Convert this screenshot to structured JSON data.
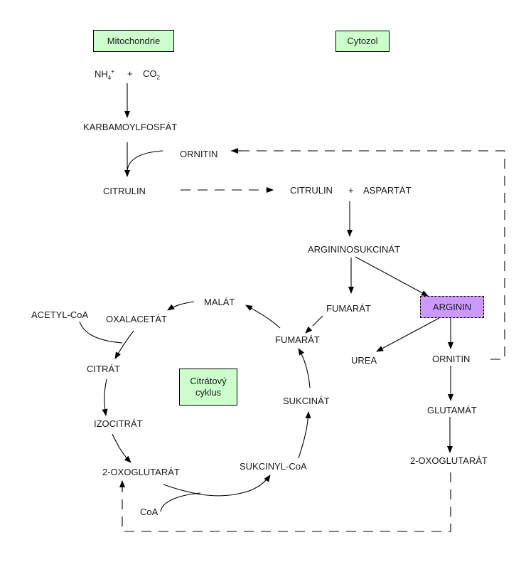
{
  "regions": {
    "mitochondrie": "Mitochondrie",
    "cytozol": "Cytozol",
    "citratovy_cyklus_line1": "Citrátový",
    "citratovy_cyklus_line2": "cyklus"
  },
  "reactants": {
    "nh4": "NH",
    "nh4_sub": "4",
    "nh4_sup": "+",
    "plus": "+",
    "co2": "CO",
    "co2_sub": "2"
  },
  "urea_cycle": {
    "karbamoylfosfat": "KARBAMOYLFOSFÁT",
    "ornitin_mito": "ORNITIN",
    "citrulin_mito": "CITRULIN",
    "citrulin_cyto": "CITRULIN",
    "plus": "+",
    "aspartat": "ASPARTÁT",
    "argininosukcinat": "ARGININOSUKCINÁT",
    "fumarat_out": "FUMARÁT",
    "arginin": "ARGININ",
    "urea": "UREA",
    "ornitin_cyto": "ORNITIN",
    "glutamat": "GLUTAMÁT",
    "oxoglutarat_cyto": "2-OXOGLUTARÁT"
  },
  "citric_cycle": {
    "acetyl_coa": "ACETYL-CoA",
    "oxalacetat": "OXALACETÁT",
    "malat": "MALÁT",
    "fumarat": "FUMARÁT",
    "citrat": "CITRÁT",
    "izocitrat": "IZOCITRÁT",
    "oxoglutarat": "2-OXOGLUTARÁT",
    "sukcinyl_coa": "SUKCINYL-CoA",
    "sukcinat": "SUKCINÁT",
    "coa": "CoA"
  }
}
